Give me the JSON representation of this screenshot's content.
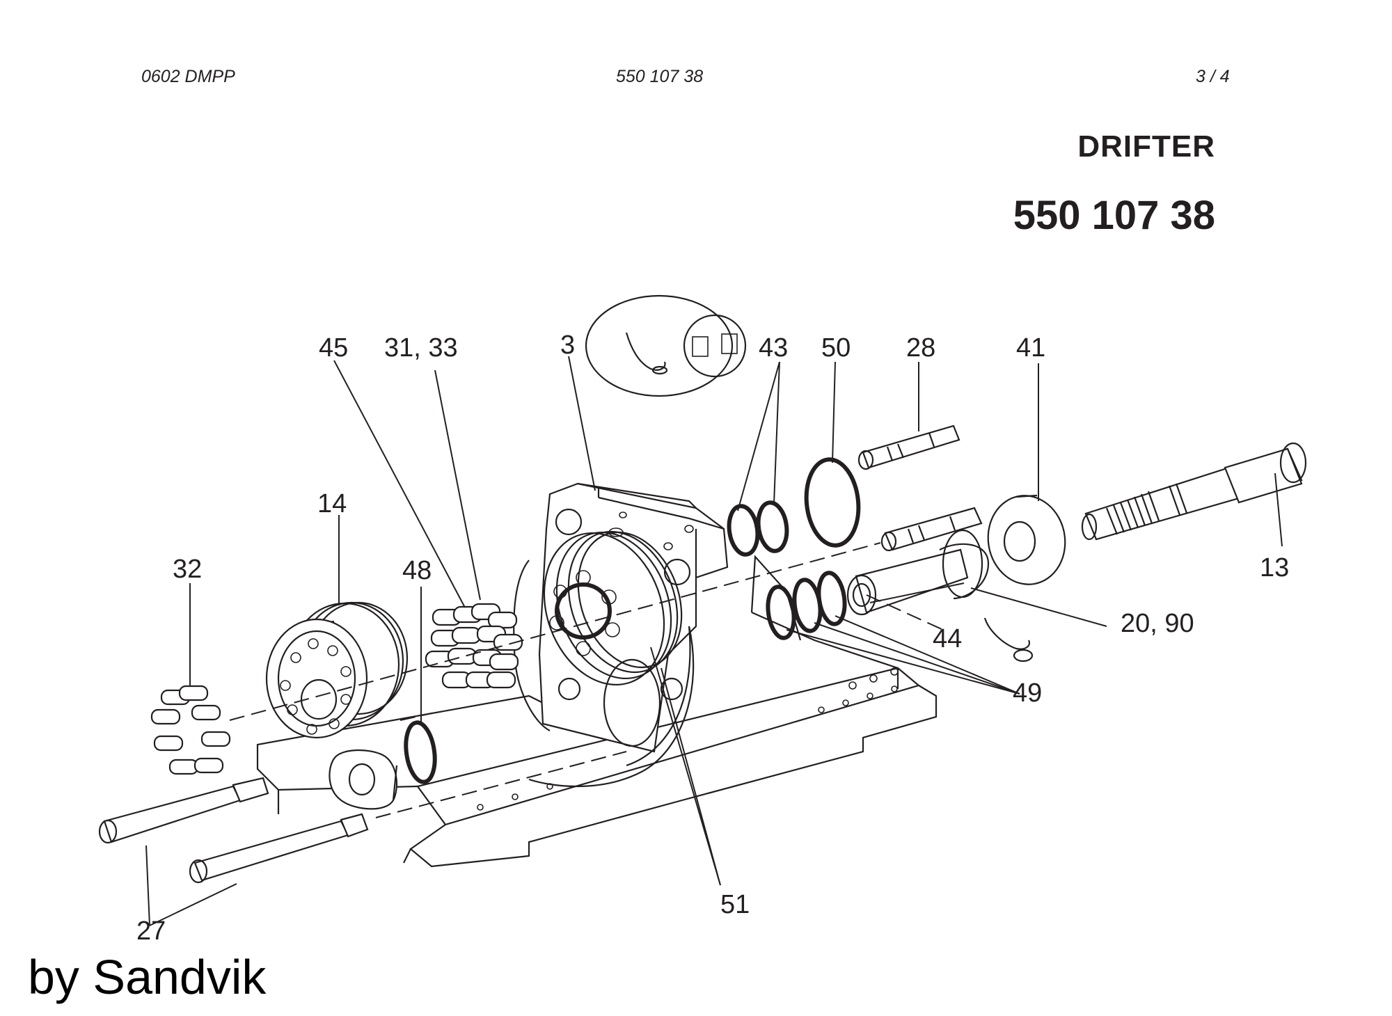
{
  "header": {
    "left": "0602 DMPP",
    "center": "550 107 38",
    "right": "3 /   4"
  },
  "title": "DRIFTER",
  "part_number": "550 107 38",
  "watermark": "by Sandvik",
  "callouts": {
    "c3": "3",
    "c13": "13",
    "c14": "14",
    "c20_90": "20, 90",
    "c27": "27",
    "c28": "28",
    "c31_33": "31, 33",
    "c32": "32",
    "c41": "41",
    "c43": "43",
    "c44": "44",
    "c45": "45",
    "c48": "48",
    "c49": "49",
    "c50": "50",
    "c51": "51"
  }
}
